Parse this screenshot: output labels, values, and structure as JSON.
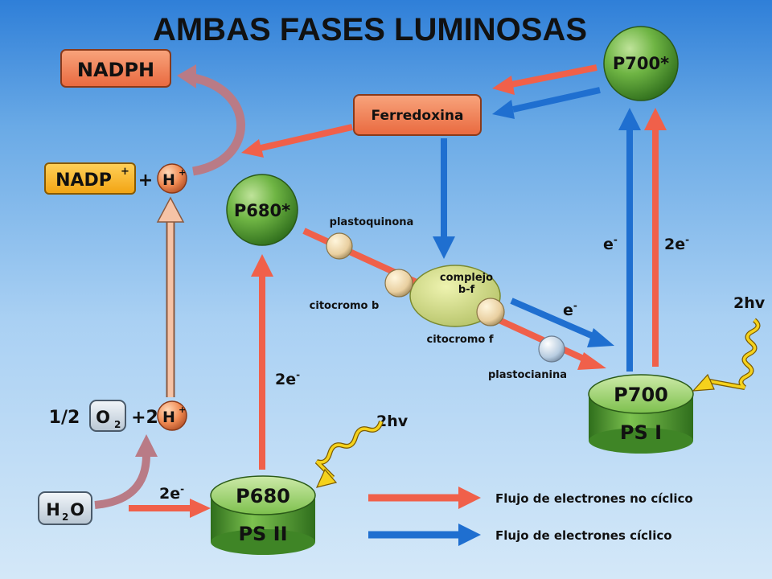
{
  "title": "AMBAS FASES LUMINOSAS",
  "nodes": {
    "nadph": "NADPH",
    "nadp": "NADP",
    "nadp_sup": "+",
    "plus": "+",
    "h": "H",
    "h_sup": "+",
    "ferredoxina": "Ferredoxina",
    "p700_star": "P700*",
    "p680_star": "P680*",
    "plastoquinona": "plastoquinona",
    "complejo_line1": "complejo",
    "complejo_line2": "b-f",
    "citocromo_b": "citocromo b",
    "citocromo_f": "citocromo f",
    "plastocianina": "plastocianina",
    "p700": "P700",
    "ps1": "PS I",
    "p680": "P680",
    "ps2": "PS II",
    "oxygen_prefix": "1/2",
    "o2": "O",
    "o2_sub": "2",
    "plus2": "+2",
    "h2": "H",
    "h2_sup": "+",
    "h2o_h": "H",
    "h2o_sub": "2",
    "h2o_o": "O"
  },
  "labels": {
    "e_minus_blue": "e",
    "two_e_red": "2e",
    "two_e_ps2": "2e",
    "two_e_h2o": "2e",
    "e_minus_cyt": "e",
    "minus": "-",
    "hv_ps1": "2hv",
    "hv_ps2": "2hv"
  },
  "legend": [
    {
      "label": "Flujo de electrones no cíclico",
      "color": "#f0604a"
    },
    {
      "label": "Flujo de electrones cíclico",
      "color": "#1f6fd0"
    }
  ],
  "colors": {
    "red_arrow": "#f0604a",
    "blue_arrow": "#1f6fd0",
    "green_sphere": "#5ea83a",
    "cylinder": "#4e9a32",
    "mauve_arrow": "#b97b86",
    "peach_arrow": "#f6c3a6",
    "nadph_box": "#f29d78",
    "nadp_box": "#f7b32b"
  }
}
